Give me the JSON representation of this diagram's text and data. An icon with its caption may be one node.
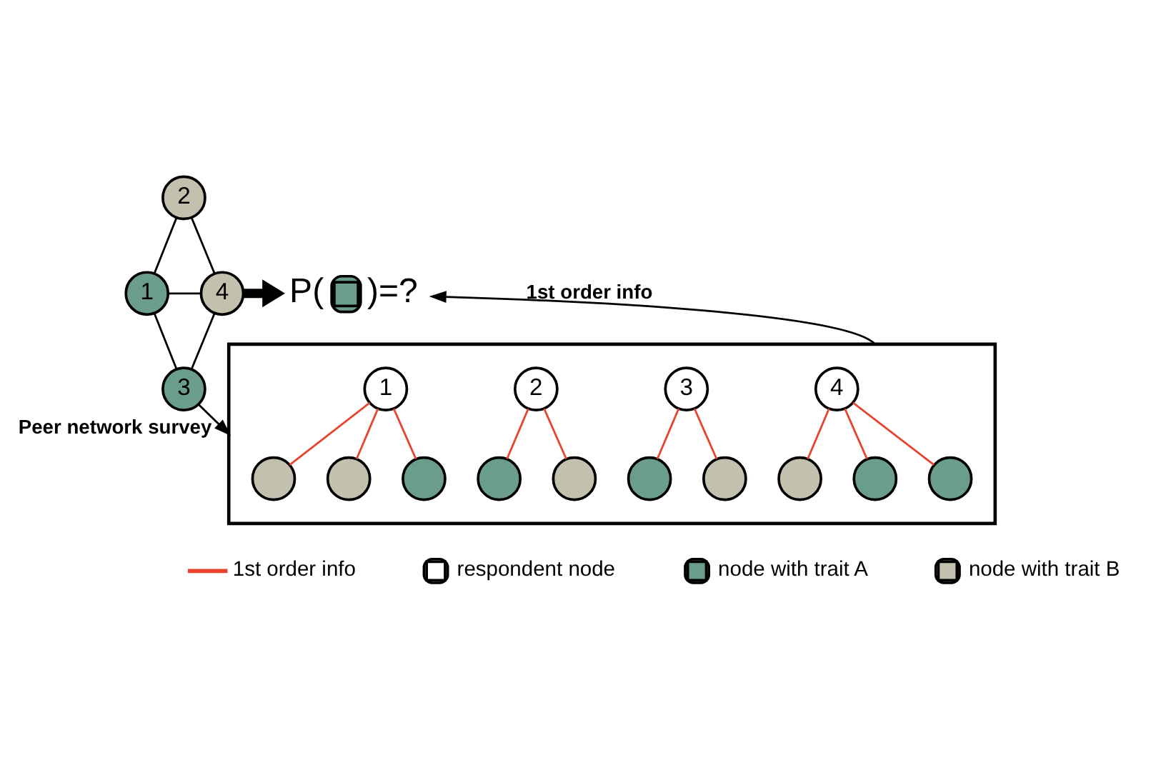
{
  "diagram": {
    "nodes": [
      {
        "text": [
          "2"
        ]
      },
      {
        "text": [
          "1"
        ]
      },
      {
        "text": [
          "4"
        ]
      },
      {
        "text": [
          "3"
        ]
      },
      {
        "text": [
          "P(",
          ")=?"
        ]
      },
      {
        "text": [],
        "shape": "box"
      },
      {
        "text": [],
        "shape": "circle",
        "in": 5
      },
      {
        "text": [
          "1"
        ],
        "in": 5
      },
      {
        "text": [],
        "shape": "circle",
        "in": 5
      },
      {
        "text": [],
        "shape": "circle",
        "in": 5
      },
      {
        "text": [
          "2"
        ],
        "in": 5
      },
      {
        "text": [],
        "shape": "circle",
        "in": 5
      },
      {
        "text": [],
        "shape": "circle",
        "in": 5
      },
      {
        "text": [],
        "shape": "circle",
        "in": 5
      },
      {
        "text": [],
        "shape": "circle",
        "in": 5
      },
      {
        "text": [
          "3"
        ],
        "in": 5
      },
      {
        "text": [],
        "shape": "circle",
        "in": 5
      },
      {
        "text": [],
        "shape": "circle",
        "in": 5
      },
      {
        "text": [
          "4"
        ],
        "in": 5
      },
      {
        "text": [],
        "shape": "circle",
        "in": 5
      }
    ],
    "edges": [
      {
        "from": 0,
        "to": 1,
        "arrow": "none",
        "color": "#000000"
      },
      {
        "from": 0,
        "to": 2,
        "arrow": "none",
        "color": "#000000"
      },
      {
        "from": 1,
        "to": 2,
        "arrow": "none",
        "color": "#000000"
      },
      {
        "from": 1,
        "to": 3,
        "arrow": "none",
        "color": "#000000"
      },
      {
        "from": 2,
        "to": 3,
        "arrow": "none",
        "color": "#000000"
      },
      {
        "from": 2,
        "to": 4,
        "arrow": "to",
        "style": "thick",
        "color": "#000000"
      },
      {
        "from": 3,
        "to": 5,
        "arrow": "to",
        "label": "Peer network survey",
        "color": "#000000"
      },
      {
        "from": 5,
        "to": 4,
        "arrow": "to",
        "label": "1st order info",
        "color": "#000000"
      },
      {
        "from": 7,
        "to": 6,
        "arrow": "none",
        "color": "#e8432e"
      },
      {
        "from": 7,
        "to": 8,
        "arrow": "none",
        "color": "#e8432e"
      },
      {
        "from": 7,
        "to": 9,
        "arrow": "none",
        "color": "#e8432e"
      },
      {
        "from": 10,
        "to": 11,
        "arrow": "none",
        "color": "#e8432e"
      },
      {
        "from": 10,
        "to": 12,
        "arrow": "none",
        "color": "#e8432e"
      },
      {
        "from": 15,
        "to": 13,
        "arrow": "none",
        "color": "#e8432e"
      },
      {
        "from": 15,
        "to": 14,
        "arrow": "none",
        "color": "#e8432e"
      },
      {
        "from": 18,
        "to": 16,
        "arrow": "none",
        "color": "#e8432e"
      },
      {
        "from": 18,
        "to": 17,
        "arrow": "none",
        "color": "#e8432e"
      },
      {
        "from": 18,
        "to": 19,
        "arrow": "none",
        "color": "#e8432e"
      }
    ],
    "legend": [
      {
        "text": "1st order info"
      },
      {
        "text": "respondent node"
      },
      {
        "text": "node with trait A",
        "color": "#6a9e8a"
      },
      {
        "text": "node with trait B",
        "color": "#c3c1ad"
      }
    ]
  }
}
